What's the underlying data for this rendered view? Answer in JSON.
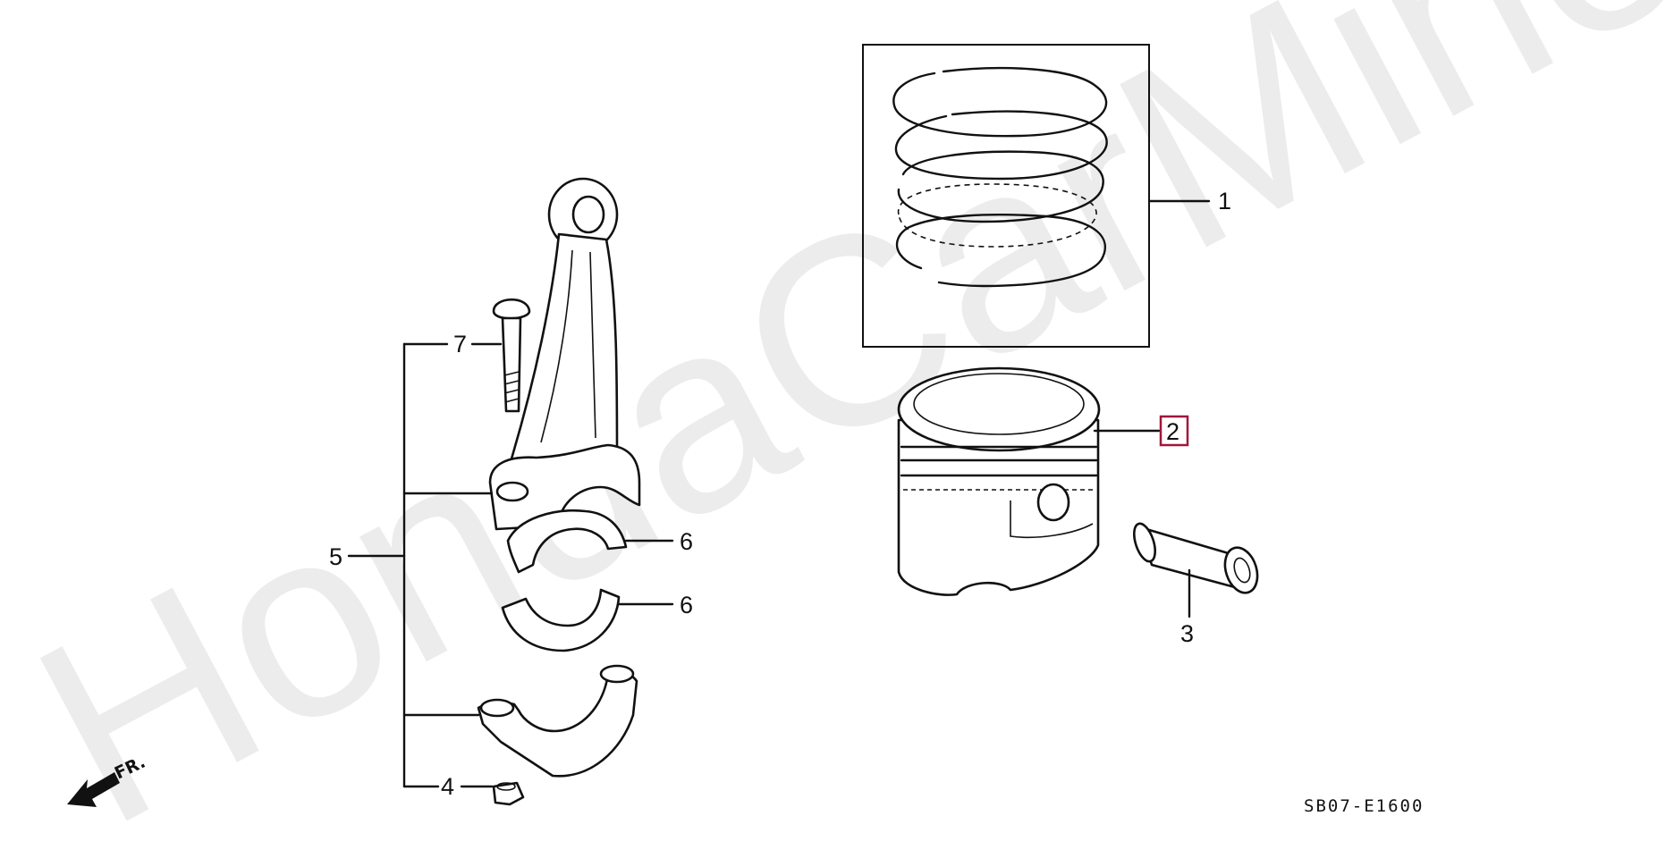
{
  "watermark": "HondaCarMine.ru",
  "diagram_code": "SB07-E1600",
  "front_marker": "FR.",
  "highlight_color": "#a0163a",
  "callouts": {
    "c1": "1",
    "c2": "2",
    "c3": "3",
    "c4": "4",
    "c5": "5",
    "c6a": "6",
    "c6b": "6",
    "c7": "7"
  },
  "icons": [
    "front-direction-arrow-icon"
  ]
}
